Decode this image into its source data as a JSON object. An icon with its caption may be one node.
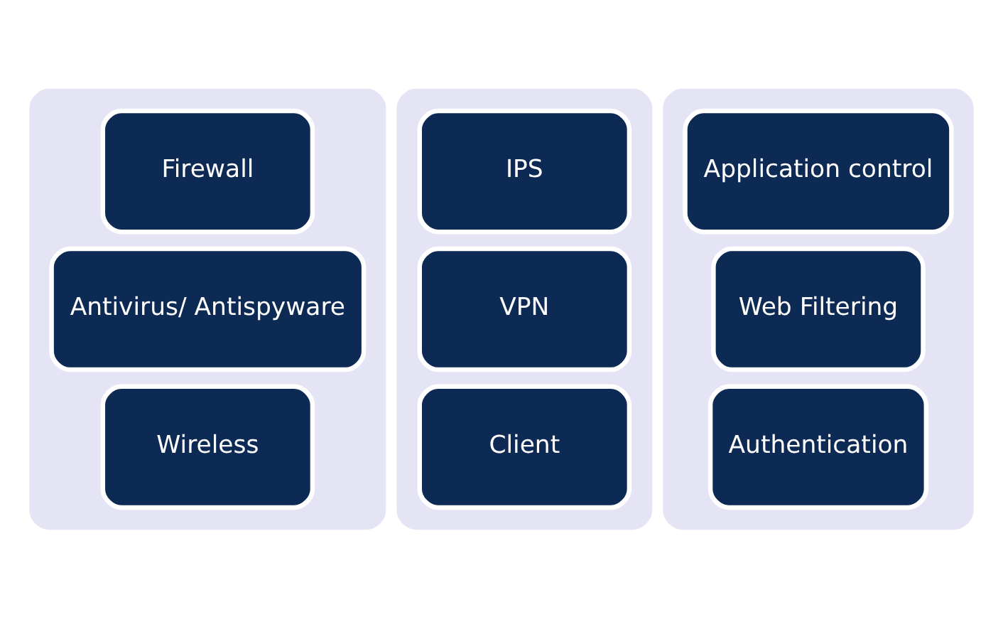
{
  "diagram": {
    "nodes": [
      {
        "text": [],
        "shape": "box"
      },
      {
        "text": [
          "Firewall"
        ],
        "in": 0
      },
      {
        "text": [
          "Antivirus/ Antispyware"
        ],
        "in": 0
      },
      {
        "text": [
          "Wireless"
        ],
        "in": 0
      },
      {
        "text": [],
        "shape": "box"
      },
      {
        "text": [
          "IPS"
        ],
        "in": 4
      },
      {
        "text": [
          "VPN"
        ],
        "in": 4
      },
      {
        "text": [
          "Client"
        ],
        "in": 4
      },
      {
        "text": [],
        "shape": "box"
      },
      {
        "text": [
          "Application control"
        ],
        "in": 8
      },
      {
        "text": [
          "Web Filtering"
        ],
        "in": 8
      },
      {
        "text": [
          "Authentication"
        ],
        "in": 8
      }
    ]
  }
}
